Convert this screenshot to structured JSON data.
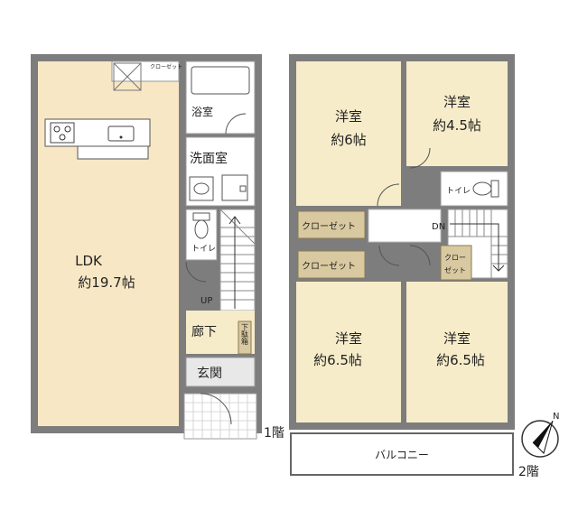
{
  "floor1": {
    "floor_label": "1階",
    "ldk_name": "LDK",
    "ldk_size": "約19.7帖",
    "closet_small": "クローゼット",
    "bath": "浴室",
    "washroom": "洗面室",
    "toilet": "トイレ",
    "stairs_up": "UP",
    "hallway": "廊下",
    "shoe_box": "下駄箱",
    "entrance": "玄関"
  },
  "floor2": {
    "floor_label": "2階",
    "room_tl_name": "洋室",
    "room_tl_size": "約6帖",
    "room_tr_name": "洋室",
    "room_tr_size": "約4.5帖",
    "room_bl_name": "洋室",
    "room_bl_size": "約6.5帖",
    "room_br_name": "洋室",
    "room_br_size": "約6.5帖",
    "closet1": "クローゼット",
    "closet2": "クローゼット",
    "closet3_line1": "クロー",
    "closet3_line2": "ゼット",
    "toilet": "トイレ",
    "stairs_down": "DN",
    "balcony": "バルコニー"
  },
  "compass": {
    "north": "N"
  },
  "colors": {
    "floor": "#f6ecc9",
    "closet": "#d9c9a0",
    "wall": "#7d7d7d"
  }
}
